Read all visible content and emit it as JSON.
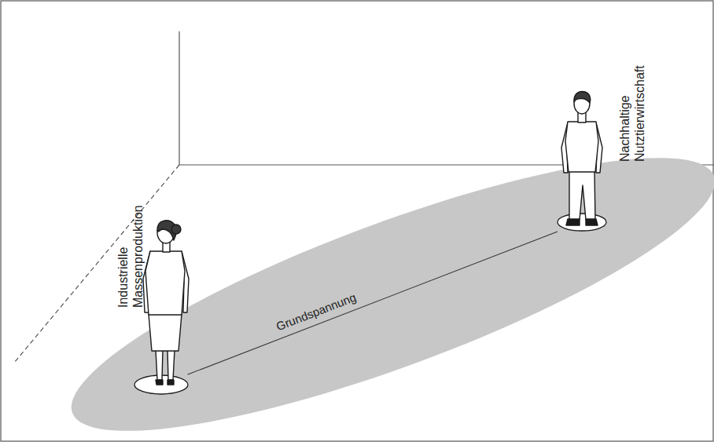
{
  "diagram": {
    "nodes": [
      {
        "text": [
          "Industrielle Massenproduktion"
        ]
      },
      {
        "text": [
          "Nachhaltige Nutztierwirtschaft"
        ]
      }
    ],
    "edges": [
      {
        "from": 0,
        "to": 1,
        "arrow": "none",
        "label": "Grundspannung"
      }
    ]
  }
}
